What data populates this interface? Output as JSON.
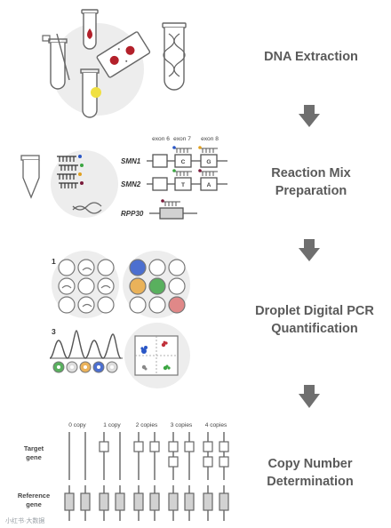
{
  "steps": [
    {
      "line1": "DNA Extraction",
      "line2": ""
    },
    {
      "line1": "Reaction Mix",
      "line2": "Preparation"
    },
    {
      "line1": "Droplet Digital PCR",
      "line2": "Quantification"
    },
    {
      "line1": "Copy Number",
      "line2": "Determination"
    }
  ],
  "reaction": {
    "exon_headers": [
      "exon 6",
      "exon 7",
      "exon 8"
    ],
    "genes": [
      "SMN1",
      "SMN2",
      "RPP30"
    ],
    "smn1_bases": [
      "C",
      "G"
    ],
    "smn2_bases": [
      "T",
      "A"
    ]
  },
  "ddpcr": {
    "panel_1": "1",
    "panel_3": "3"
  },
  "copy_number": {
    "columns": [
      "0 copy",
      "1 copy",
      "2 copies",
      "3 copies",
      "4 copies"
    ],
    "target_copies": [
      0,
      1,
      2,
      3,
      4
    ],
    "target_label": [
      "Target",
      "gene"
    ],
    "reference_label": [
      "Reference",
      "gene"
    ]
  },
  "watermark": "小红书·大数据"
}
